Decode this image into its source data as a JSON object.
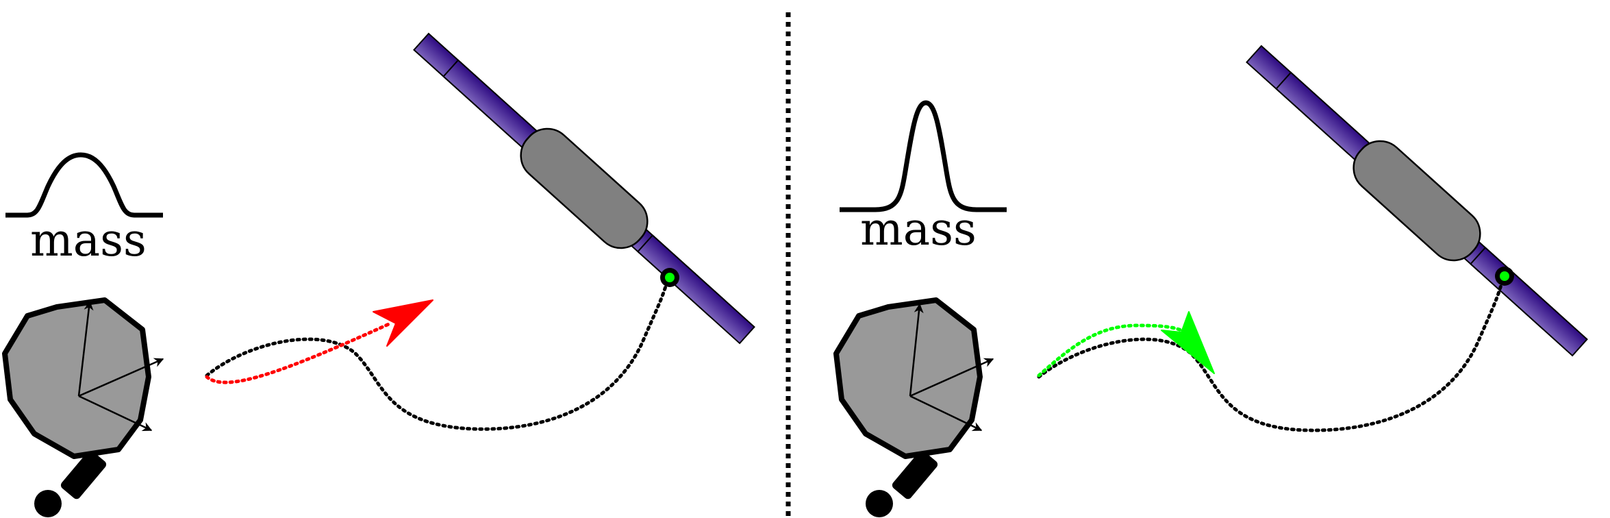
{
  "panels": [
    {
      "mass_label": "mass",
      "mass_distribution": "broad",
      "predicted_path_color": "#ff0000"
    },
    {
      "mass_label": "mass",
      "mass_distribution": "narrow",
      "predicted_path_color": "#00ff00"
    }
  ],
  "colors": {
    "body": "#999999",
    "satellite_body": "#808080",
    "panel_dark": "#2e0b82",
    "panel_light": "#7c64bc",
    "target": "#00ff00",
    "outline": "#000000"
  }
}
